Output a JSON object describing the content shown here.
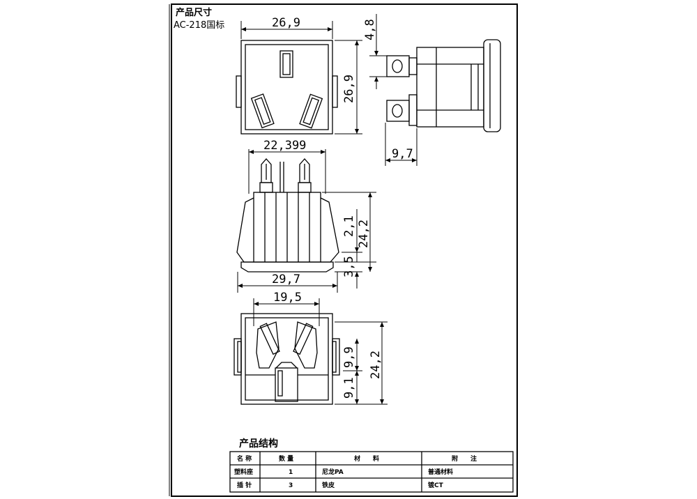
{
  "header": {
    "title": "产品尺寸",
    "model": "AC-218国标"
  },
  "dimensions": {
    "top_width": "26,9",
    "top_height": "26,9",
    "side_tab": "4,8",
    "side_depth": "9,7",
    "front_pin_span": "22,399",
    "front_height": "24,2",
    "front_small": "2,1",
    "front_flange": "3,5",
    "front_width": "29,7",
    "bottom_width": "19,5",
    "bottom_upper": "9,9",
    "bottom_lower": "9,1",
    "bottom_height": "24,2"
  },
  "structure": {
    "title": "产品结构",
    "headers": [
      "名 称",
      "数 量",
      "材　　料",
      "附　　注"
    ],
    "rows": [
      [
        "塑料座",
        "1",
        "尼龙PA",
        "普通材料"
      ],
      [
        "插 针",
        "3",
        "铁皮",
        "镀CT"
      ]
    ]
  }
}
